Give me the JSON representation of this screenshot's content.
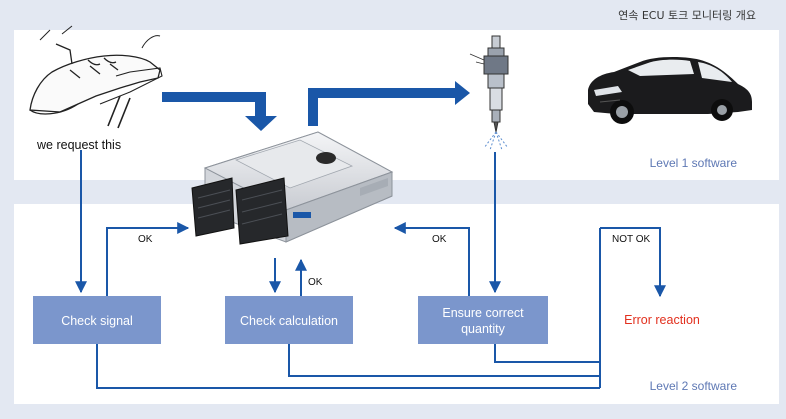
{
  "caption": "연속 ECU 토크 모니터링 개요",
  "labels": {
    "request": "we request this",
    "level1": "Level 1 software",
    "level2": "Level 2 software",
    "ok": "OK",
    "not_ok": "NOT OK",
    "error_reaction": "Error reaction"
  },
  "boxes": {
    "check_signal": "Check signal",
    "check_calculation": "Check calculation",
    "ensure_line1": "Ensure correct",
    "ensure_line2": "quantity"
  },
  "colors": {
    "arrow": "#1a57a8",
    "box": "#7b96cc",
    "panel": "#ffffff",
    "background": "#e3e8f2",
    "level_text": "#5e78b4",
    "error": "#e2301e"
  },
  "icons": [
    "foot-on-pedal-icon",
    "ecu-control-unit-icon",
    "fuel-injector-icon",
    "car-icon"
  ]
}
